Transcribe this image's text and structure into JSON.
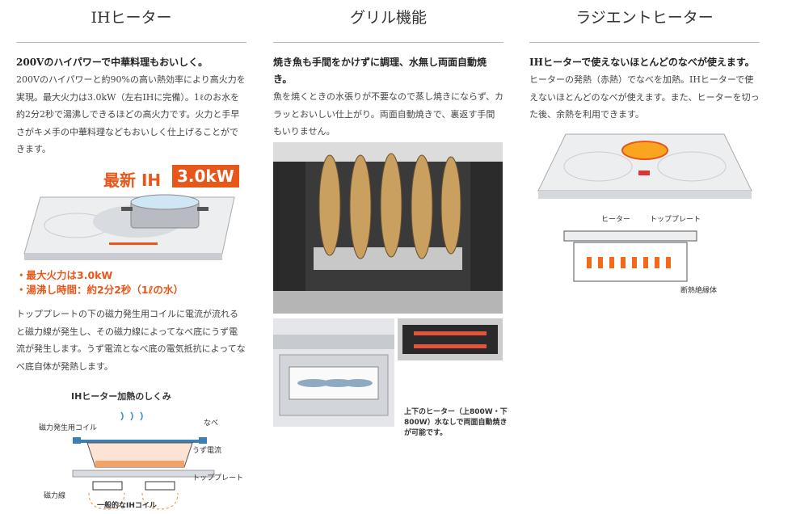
{
  "col1": {
    "title": "IHヒーター",
    "lead": "200Vのハイパワーで中華料理もおいしく。",
    "body": "200Vのハイパワーと約90%の高い熱効率により高火力を実現。最大火力は3.0kW（左右IHに完備）。1ℓのお水を約2分2秒で湯沸しできるほどの高火力です。火力と手早さがキメ手の中華料理などもおいしく仕上げることができます。",
    "badge_prefix": "最新 IH",
    "badge_value": "3.0kW",
    "bullet1": "・最大火力は3.0kW",
    "bullet2": "・湯沸し時間：約2分2秒（1ℓの水）",
    "body2": "トッププレートの下の磁力発生用コイルに電流が流れると磁力線が発生し、その磁力線によってなべ底にうず電流が発生します。うず電流となべ底の電気抵抗によってなべ底自体が発熱します。",
    "diagram": {
      "title": "IHヒーター加熱のしくみ",
      "coil_label": "磁力発生用コイル",
      "pot_label": "なべ",
      "eddy_label": "うず電流",
      "plate_label": "トッププレート",
      "field_label": "磁力線",
      "ih_coil_label": "一般的なIHコイル"
    }
  },
  "col2": {
    "title": "グリル機能",
    "lead": "焼き魚も手間をかけずに調理、水無し両面自動焼き。",
    "body": "魚を焼くときの水張りが不要なので蒸し焼きにならず、カラッとおいしい仕上がり。両面自動焼きで、裏返す手間もいりません。",
    "caption": "上下のヒーター（上800W・下800W）水なしで両面自動焼きが可能です。"
  },
  "col3": {
    "title": "ラジエントヒーター",
    "lead": "IHヒーターで使えないほとんどのなべが使えます。",
    "body": "ヒーターの発熱（赤熱）でなべを加熱。IHヒーターで使えないほとんどのなべが使えます。また、ヒーターを切った後、余熱を利用できます。",
    "heater_label": "ヒーター",
    "plate_label": "トッププレート",
    "insulator_label": "断熱絶縁体"
  }
}
